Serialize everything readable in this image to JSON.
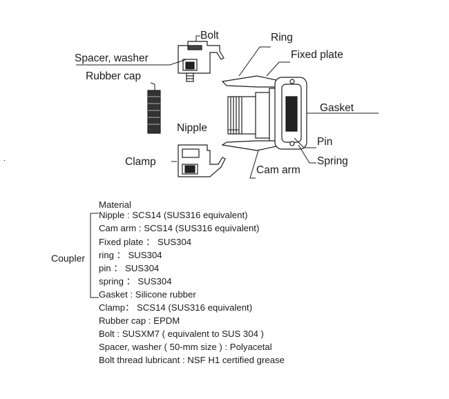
{
  "diagram": {
    "labels": {
      "bolt": "Bolt",
      "ring": "Ring",
      "fixed_plate": "Fixed plate",
      "spacer_washer": "Spacer, washer",
      "rubber_cap": "Rubber cap",
      "gasket": "Gasket",
      "nipple": "Nipple",
      "pin": "Pin",
      "clamp": "Clamp",
      "spring": "Spring",
      "cam_arm": "Cam arm"
    }
  },
  "materials": {
    "group_label": "Coupler",
    "rows": [
      "Material",
      "Nipple : SCS14 (SUS316 equivalent)",
      "Cam arm : SCS14 (SUS316 equivalent)",
      "Fixed plate ： SUS304",
      "ring ： SUS304",
      "pin ： SUS304",
      "spring ： SUS304",
      "Gasket : Silicone rubber",
      "Clamp： SCS14 (SUS316 equivalent)",
      "Rubber cap : EPDM",
      "Bolt : SUSXM7 ( equivalent to SUS 304 )",
      "Spacer, washer ( 50-mm size ) : Polyacetal",
      "Bolt thread lubricant : NSF H1 certified grease"
    ]
  }
}
